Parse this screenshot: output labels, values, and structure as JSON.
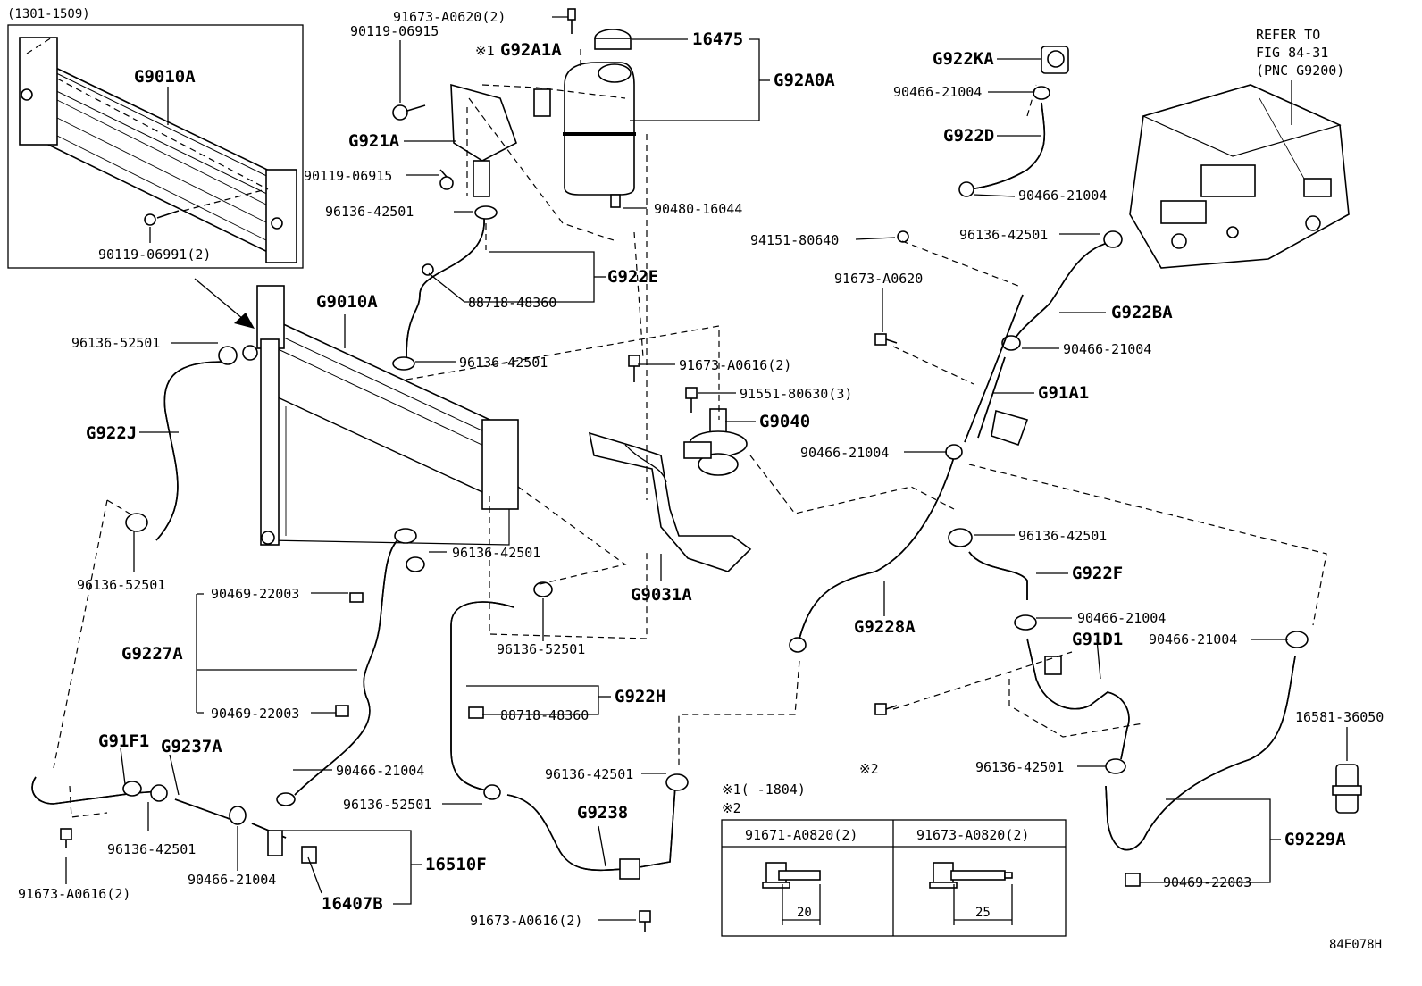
{
  "inset": {
    "range": "(1301-1509)",
    "part": "G9010A",
    "bolt": "90119-06991(2)"
  },
  "notes": {
    "note1_label": "※1(      -1804)",
    "note2_label": "※2",
    "mark1": "※1",
    "mark2": "※2"
  },
  "refer": {
    "line1": "REFER TO",
    "line2": "FIG 84-31",
    "line3": "(PNC G9200)"
  },
  "table": {
    "col1": "91671-A0820(2)",
    "col2": "91673-A0820(2)",
    "dim1": "20",
    "dim2": "25"
  },
  "figure_code": "84E078H",
  "labels": [
    {
      "id": "l01",
      "text": "91673-A0620(2)"
    },
    {
      "id": "l02",
      "text": "16475"
    },
    {
      "id": "l03",
      "text": "90119-06915"
    },
    {
      "id": "l04",
      "text": "G92A1A"
    },
    {
      "id": "l05",
      "text": "G92A0A"
    },
    {
      "id": "l06",
      "text": "G921A"
    },
    {
      "id": "l07",
      "text": "90119-06915"
    },
    {
      "id": "l08",
      "text": "96136-42501"
    },
    {
      "id": "l09",
      "text": "90480-16044"
    },
    {
      "id": "l10",
      "text": "G922E"
    },
    {
      "id": "l11",
      "text": "88718-48360"
    },
    {
      "id": "l12",
      "text": "G9010A"
    },
    {
      "id": "l13",
      "text": "96136-52501"
    },
    {
      "id": "l14",
      "text": "96136-42501"
    },
    {
      "id": "l15",
      "text": "G922J"
    },
    {
      "id": "l16",
      "text": "91673-A0616(2)"
    },
    {
      "id": "l17",
      "text": "91551-80630(3)"
    },
    {
      "id": "l18",
      "text": "G9040"
    },
    {
      "id": "l19",
      "text": "96136-52501"
    },
    {
      "id": "l20",
      "text": "96136-42501"
    },
    {
      "id": "l21",
      "text": "90469-22003"
    },
    {
      "id": "l22",
      "text": "G9031A"
    },
    {
      "id": "l23",
      "text": "96136-52501"
    },
    {
      "id": "l24",
      "text": "G9227A"
    },
    {
      "id": "l25",
      "text": "90469-22003"
    },
    {
      "id": "l26",
      "text": "G922H"
    },
    {
      "id": "l27",
      "text": "88718-48360"
    },
    {
      "id": "l28",
      "text": "G91F1"
    },
    {
      "id": "l29",
      "text": "G9237A"
    },
    {
      "id": "l30",
      "text": "90466-21004"
    },
    {
      "id": "l31",
      "text": "96136-42501"
    },
    {
      "id": "l32",
      "text": "96136-52501"
    },
    {
      "id": "l33",
      "text": "G9238"
    },
    {
      "id": "l34",
      "text": "96136-42501"
    },
    {
      "id": "l35",
      "text": "16510F"
    },
    {
      "id": "l36",
      "text": "90466-21004"
    },
    {
      "id": "l37",
      "text": "16407B"
    },
    {
      "id": "l38",
      "text": "91673-A0616(2)"
    },
    {
      "id": "l39",
      "text": "91673-A0616(2)"
    },
    {
      "id": "l40",
      "text": "G922KA"
    },
    {
      "id": "l41",
      "text": "90466-21004"
    },
    {
      "id": "l42",
      "text": "G922D"
    },
    {
      "id": "l43",
      "text": "90466-21004"
    },
    {
      "id": "l44",
      "text": "96136-42501"
    },
    {
      "id": "l45",
      "text": "94151-80640"
    },
    {
      "id": "l46",
      "text": "91673-A0620"
    },
    {
      "id": "l47",
      "text": "G922BA"
    },
    {
      "id": "l48",
      "text": "90466-21004"
    },
    {
      "id": "l49",
      "text": "G91A1"
    },
    {
      "id": "l50",
      "text": "90466-21004"
    },
    {
      "id": "l51",
      "text": "96136-42501"
    },
    {
      "id": "l52",
      "text": "G922F"
    },
    {
      "id": "l53",
      "text": "G9228A"
    },
    {
      "id": "l54",
      "text": "90466-21004"
    },
    {
      "id": "l55",
      "text": "G91D1"
    },
    {
      "id": "l56",
      "text": "90466-21004"
    },
    {
      "id": "l57",
      "text": "16581-36050"
    },
    {
      "id": "l58",
      "text": "96136-42501"
    },
    {
      "id": "l59",
      "text": "G9229A"
    },
    {
      "id": "l60",
      "text": "90469-22003"
    }
  ]
}
